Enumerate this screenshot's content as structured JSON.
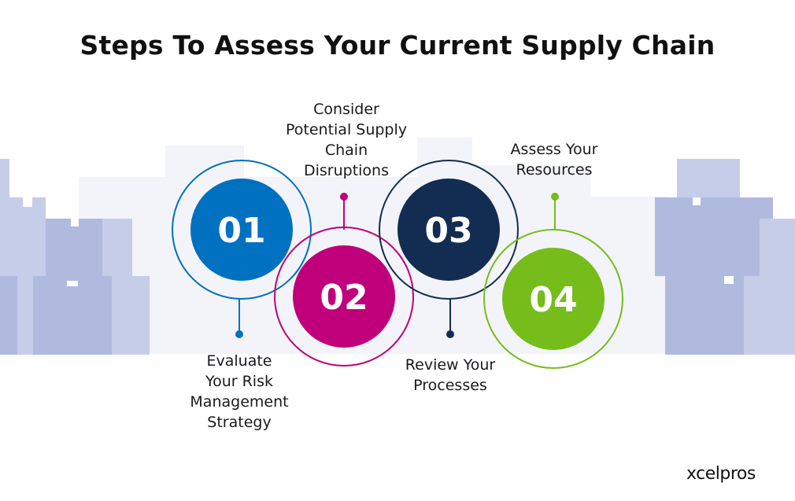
{
  "title": "Steps To Assess Your Current Supply Chain",
  "colors": {
    "step1": "#0070c0",
    "step2": "#c0007a",
    "step3": "#132c52",
    "step4": "#76bc1a",
    "bg": "#f3f4f9",
    "boxes": "#b3bcdf"
  },
  "steps": [
    {
      "number": "01",
      "label": "Evaluate\nYour Risk\nManagement\nStrategy"
    },
    {
      "number": "02",
      "label": "Consider\nPotential Supply\nChain\nDisruptions"
    },
    {
      "number": "03",
      "label": "Review Your\nProcesses"
    },
    {
      "number": "04",
      "label": "Assess Your\nResources"
    }
  ],
  "logo": "xcelpros"
}
